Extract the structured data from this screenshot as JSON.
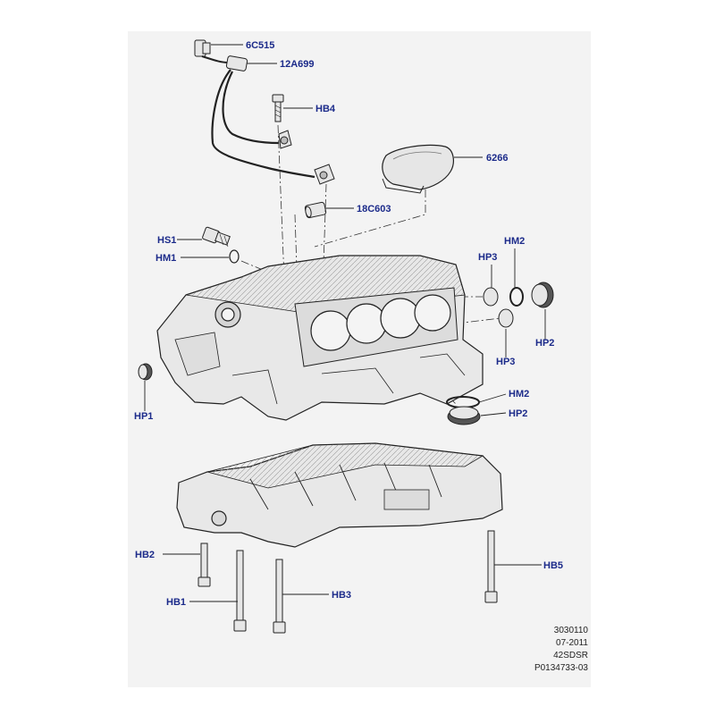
{
  "callouts": {
    "c_6c515": "6C515",
    "c_12a699": "12A699",
    "c_hb4": "HB4",
    "c_6266": "6266",
    "c_18c603": "18C603",
    "c_hs1": "HS1",
    "c_hm1": "HM1",
    "c_hp3_top": "HP3",
    "c_hm2_top": "HM2",
    "c_hp2_right": "HP2",
    "c_hp3_bottom": "HP3",
    "c_hp1": "HP1",
    "c_hm2_low": "HM2",
    "c_hp2_low": "HP2",
    "c_hb2": "HB2",
    "c_hb5": "HB5",
    "c_hb1": "HB1",
    "c_hb3": "HB3"
  },
  "footer": {
    "line1": "3030110",
    "line2": "07-2011",
    "line3": "42SDSR",
    "line4": "P0134733-03"
  },
  "colors": {
    "label": "#1b2a8a",
    "frame": "#f3f3f3",
    "part_fill": "#e6e6e6",
    "line": "#2a2a2a"
  }
}
